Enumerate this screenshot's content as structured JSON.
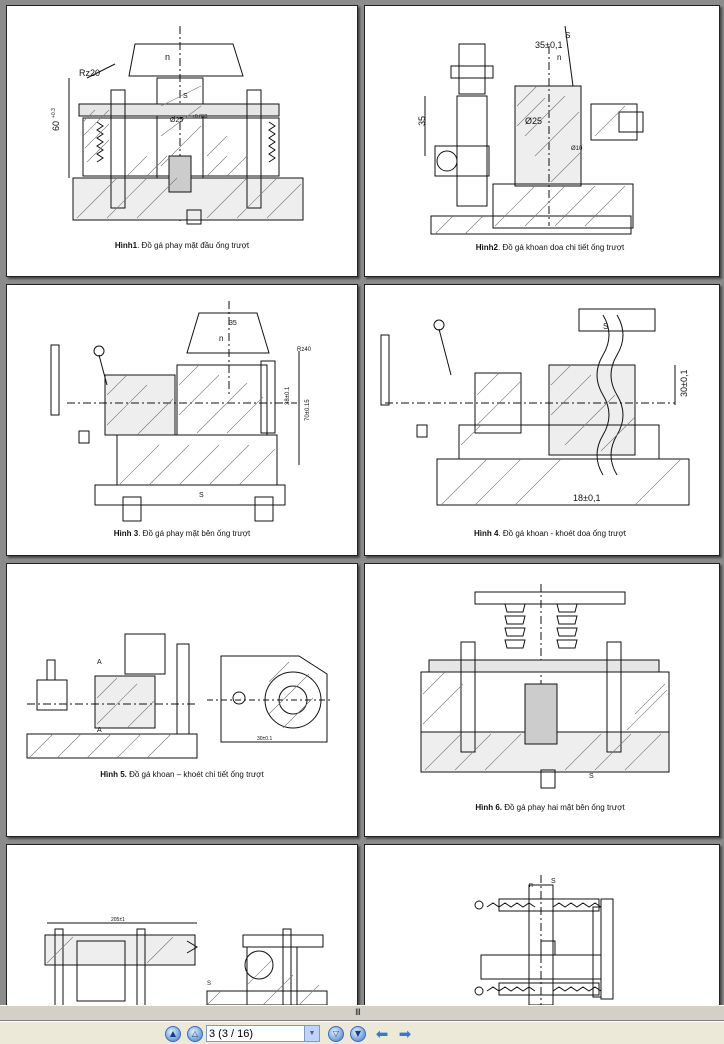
{
  "pages": [
    {
      "caption_bold": "Hình1",
      "caption_rest": ". Đồ gá phay mặt đầu ống trượt",
      "labels": [
        "Rz20",
        "60",
        "+0.3",
        "n",
        "S",
        "Ø25",
        "+0.033"
      ]
    },
    {
      "caption_bold": "Hình2",
      "caption_rest": ". Đồ gá khoan doa chi tiết ống trượt",
      "labels": [
        "35±0,1",
        "S",
        "n",
        "35",
        "Ø25",
        "Ø10"
      ]
    },
    {
      "caption_bold": "Hình 3",
      "caption_rest": ". Đồ gá phay mặt bên ống trượt",
      "labels": [
        "35",
        "n",
        "Rz40",
        "38±0.1",
        "70±0.15",
        "S"
      ]
    },
    {
      "caption_bold": "Hình 4",
      "caption_rest": ". Đồ gá khoan - khoét doa ống trượt",
      "labels": [
        "S",
        "30±0,1",
        "18±0,1"
      ]
    },
    {
      "caption_bold": "Hình 5.",
      "caption_rest": " Đồ gá khoan – khoét chi tiết ống trượt",
      "labels": [
        "A",
        "A",
        "30±0.1"
      ]
    },
    {
      "caption_bold": "Hình 6.",
      "caption_rest": " Đồ gá phay hai mặt bên ống trượt",
      "labels": [
        "S"
      ]
    },
    {
      "caption_bold": "",
      "caption_rest": "",
      "labels": [
        "205±1",
        "S"
      ]
    },
    {
      "caption_bold": "",
      "caption_rest": "",
      "labels": [
        "n",
        "S"
      ]
    }
  ],
  "splitter": {
    "grip": "III"
  },
  "toolbar": {
    "page_value": "3 (3 / 16)",
    "first_icon": "first-page-icon",
    "prev_icon": "previous-page-icon",
    "dropdown_icon": "chevron-down-icon",
    "next_icon": "next-page-icon",
    "last_icon": "last-page-icon",
    "back_icon": "back-arrow-icon",
    "forward_icon": "forward-arrow-icon"
  }
}
